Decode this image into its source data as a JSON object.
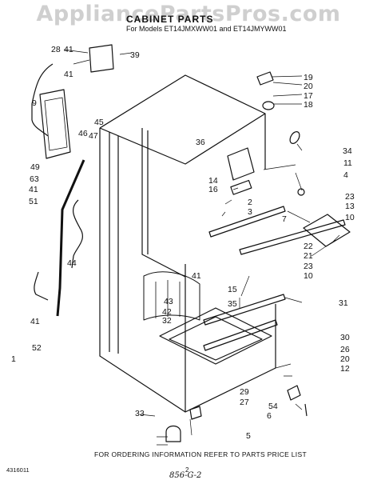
{
  "watermark": "AppliancePartsPros.com",
  "header": {
    "title": "CABINET PARTS",
    "subtitle": "For Models ET14JMXWW01 and ET14JMYWW01"
  },
  "footer": {
    "ordering_note": "FOR ORDERING INFORMATION REFER TO PARTS PRICE LIST",
    "doc_number": "4316011",
    "page_number": "2",
    "handwritten_note": "856-G-2"
  },
  "callouts": [
    "28",
    "41",
    "39",
    "9",
    "41",
    "45",
    "46",
    "47",
    "49",
    "63",
    "41",
    "51",
    "44",
    "41",
    "52",
    "1",
    "19",
    "20",
    "17",
    "18",
    "34",
    "36",
    "14",
    "16",
    "2",
    "3",
    "11",
    "4",
    "7",
    "23",
    "13",
    "10",
    "22",
    "21",
    "23",
    "10",
    "15",
    "35",
    "41",
    "43",
    "42",
    "32",
    "31",
    "30",
    "26",
    "20",
    "12",
    "29",
    "27",
    "54",
    "6",
    "33",
    "5"
  ]
}
